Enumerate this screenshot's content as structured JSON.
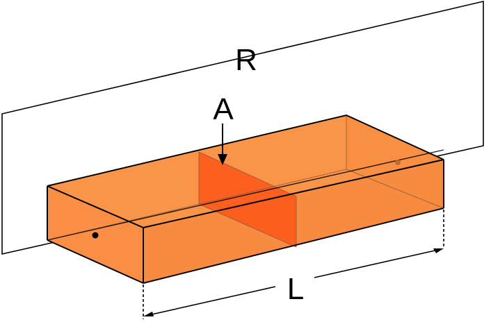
{
  "labels": {
    "R": "R",
    "A": "A",
    "L": "L"
  },
  "colors": {
    "background": "#ffffff",
    "line": "#000000",
    "box_fill": "#f99046",
    "box_top": "#fa9449",
    "box_front": "#f78c40",
    "section_fill": "#fc5c1c",
    "hidden_edge": "#9a6a4a"
  }
}
